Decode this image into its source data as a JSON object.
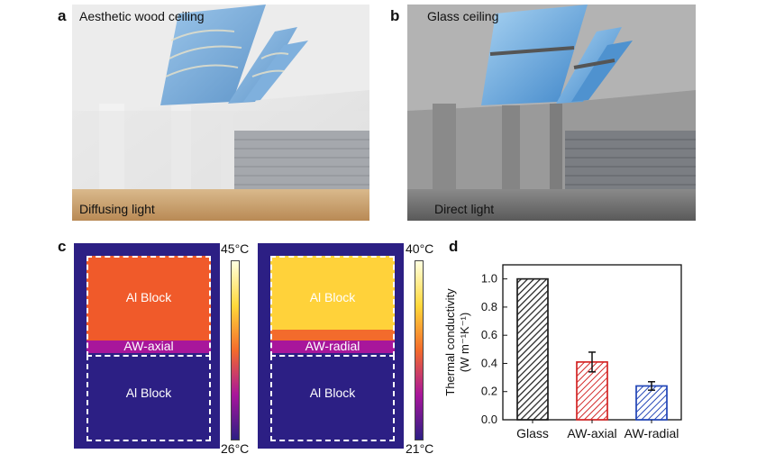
{
  "panels": {
    "a": {
      "letter": "a",
      "title": "Aesthetic wood ceiling",
      "caption": "Diffusing light"
    },
    "b": {
      "letter": "b",
      "title": "Glass ceiling",
      "caption": "Direct light"
    },
    "c": {
      "letter": "c",
      "left": {
        "top_label": "Al Block",
        "mid_label": "AW-axial",
        "bottom_label": "Al Block",
        "cbar_max": "45°C",
        "cbar_min": "26°C"
      },
      "right": {
        "top_label": "Al Block",
        "mid_label": "AW-radial",
        "bottom_label": "Al Block",
        "cbar_max": "40°C",
        "cbar_min": "21°C"
      }
    },
    "d": {
      "letter": "d"
    }
  },
  "colors": {
    "glass": "#222222",
    "aw_axial": "#d42a2a",
    "aw_radial": "#2548b8"
  },
  "chart_data": {
    "type": "bar",
    "categories": [
      "Glass",
      "AW-axial",
      "AW-radial"
    ],
    "values": [
      1.0,
      0.41,
      0.24
    ],
    "errors": [
      0,
      0.07,
      0.03
    ],
    "ylabel_line1": "Thermal conductivity",
    "ylabel_line2": "(W m⁻¹K⁻¹)",
    "ylim": [
      0.0,
      1.1
    ],
    "yticks": [
      "0.0",
      "0.2",
      "0.4",
      "0.6",
      "0.8",
      "1.0"
    ],
    "grid": false
  }
}
